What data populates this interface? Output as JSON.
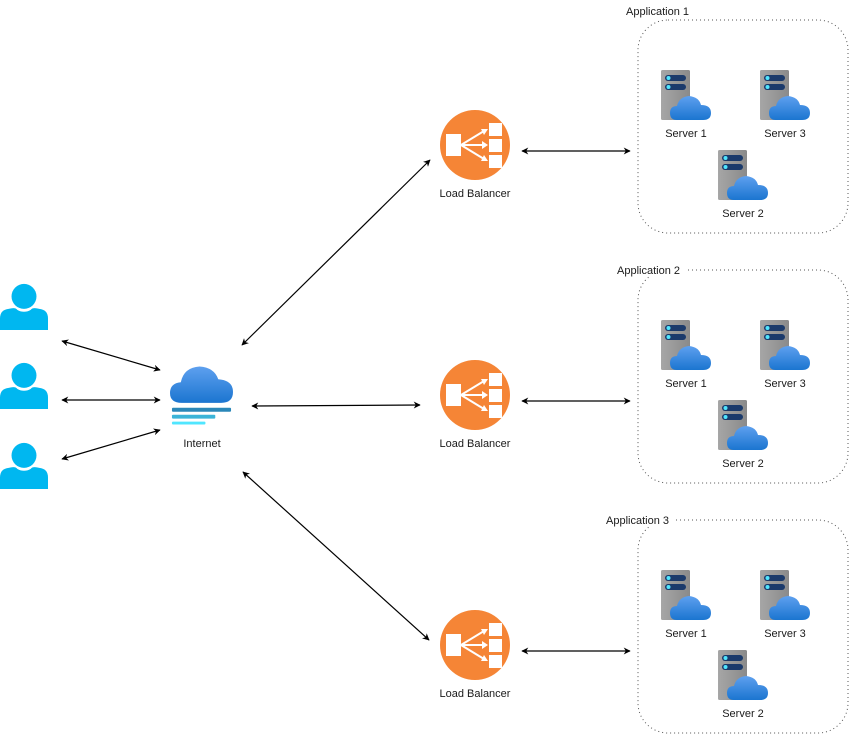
{
  "diagram": {
    "users": [
      {
        "name": "user-1"
      },
      {
        "name": "user-2"
      },
      {
        "name": "user-3"
      }
    ],
    "internet": {
      "label": "Internet"
    },
    "load_balancers": [
      {
        "label": "Load Balancer"
      },
      {
        "label": "Load Balancer"
      },
      {
        "label": "Load Balancer"
      }
    ],
    "applications": [
      {
        "title": "Application 1",
        "servers": [
          "Server 1",
          "Server 3",
          "Server 2"
        ]
      },
      {
        "title": "Application 2",
        "servers": [
          "Server 1",
          "Server 3",
          "Server 2"
        ]
      },
      {
        "title": "Application 3",
        "servers": [
          "Server 1",
          "Server 3",
          "Server 2"
        ]
      }
    ],
    "colors": {
      "user": "#00b7f0",
      "load_balancer": "#f58536",
      "cloud_top": "#5ea0ef",
      "cloud_bottom": "#1b75d0",
      "server_body": "#9a9a9a",
      "server_slot": "#1b3a6b",
      "server_led": "#50e6ff",
      "arrow": "#000000",
      "group_border": "#555555"
    },
    "connections": [
      {
        "from": "user-1",
        "to": "internet",
        "bidirectional": true
      },
      {
        "from": "user-2",
        "to": "internet",
        "bidirectional": true
      },
      {
        "from": "user-3",
        "to": "internet",
        "bidirectional": true
      },
      {
        "from": "internet",
        "to": "load-balancer-1",
        "bidirectional": true
      },
      {
        "from": "internet",
        "to": "load-balancer-2",
        "bidirectional": true
      },
      {
        "from": "internet",
        "to": "load-balancer-3",
        "bidirectional": true
      },
      {
        "from": "load-balancer-1",
        "to": "application-1",
        "bidirectional": true
      },
      {
        "from": "load-balancer-2",
        "to": "application-2",
        "bidirectional": true
      },
      {
        "from": "load-balancer-3",
        "to": "application-3",
        "bidirectional": true
      }
    ]
  }
}
